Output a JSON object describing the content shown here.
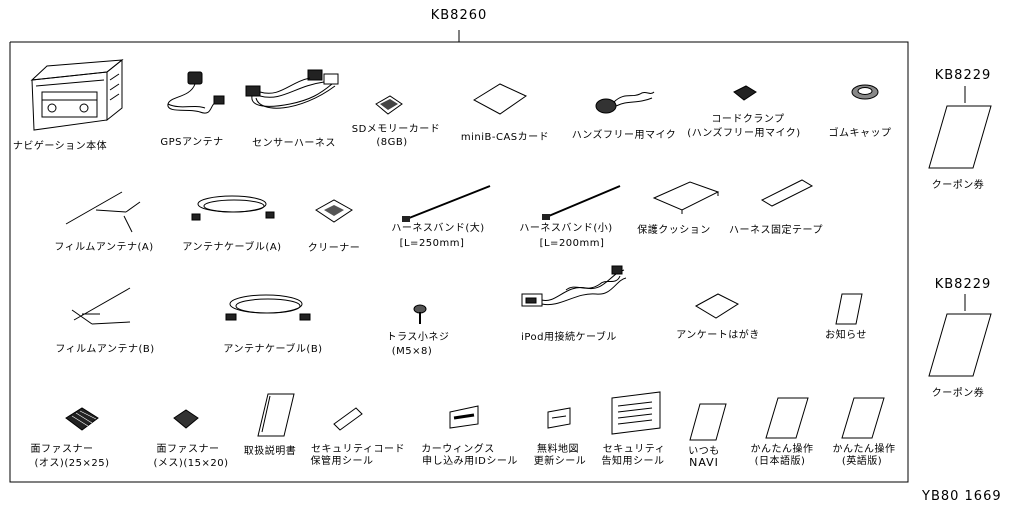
{
  "diagram": {
    "main_kit_code": "KB8260",
    "coupon_kit_code": "KB8229",
    "figure_number": "YB80 1669",
    "parts": {
      "nav_unit": "ナビゲーション本体",
      "gps_antenna": "GPSアンテナ",
      "sensor_harness": "センサーハーネス",
      "sd_card": [
        "SDメモリーカード",
        "(8GB)"
      ],
      "minib_cas": "miniB-CASカード",
      "handsfree_mic": "ハンズフリー用マイク",
      "cord_clamp": [
        "コードクランプ",
        "(ハンズフリー用マイク)"
      ],
      "rubber_cap": "ゴムキャップ",
      "film_antenna_a": "フィルムアンテナ(A)",
      "antenna_cable_a": "アンテナケーブル(A)",
      "cleaner": "クリーナー",
      "harness_band_large": [
        "ハーネスバンド(大)",
        "[L=250mm]"
      ],
      "harness_band_small": [
        "ハーネスバンド(小)",
        "[L=200mm]"
      ],
      "protective_cushion": "保護クッション",
      "harness_tape": "ハーネス固定テープ",
      "film_antenna_b": "フィルムアンテナ(B)",
      "antenna_cable_b": "アンテナケーブル(B)",
      "truss_screw": [
        "トラス小ネジ",
        "(M5×8)"
      ],
      "ipod_cable": "iPod用接続ケーブル",
      "questionnaire": "アンケートはがき",
      "notice": "お知らせ",
      "fastener_male": [
        "面ファスナー",
        "(オス)(25×25)"
      ],
      "fastener_female": [
        "面ファスナー",
        "(メス)(15×20)"
      ],
      "manual": "取扱説明書",
      "security_code_seal": [
        "セキュリティコード",
        "保管用シール"
      ],
      "carwings_seal": [
        "カーウィングス",
        "申し込み用IDシール"
      ],
      "map_update_seal": [
        "無料地図",
        "更新シール"
      ],
      "security_notice_seal": [
        "セキュリティ",
        "告知用シール"
      ],
      "itsumo_navi": [
        "いつも",
        "NAVI"
      ],
      "easy_guide_jp": [
        "かんたん操作",
        "(日本語版)"
      ],
      "easy_guide_en": [
        "かんたん操作",
        "(英語版)"
      ],
      "coupon_1": "クーポン券",
      "coupon_2": "クーポン券"
    }
  }
}
